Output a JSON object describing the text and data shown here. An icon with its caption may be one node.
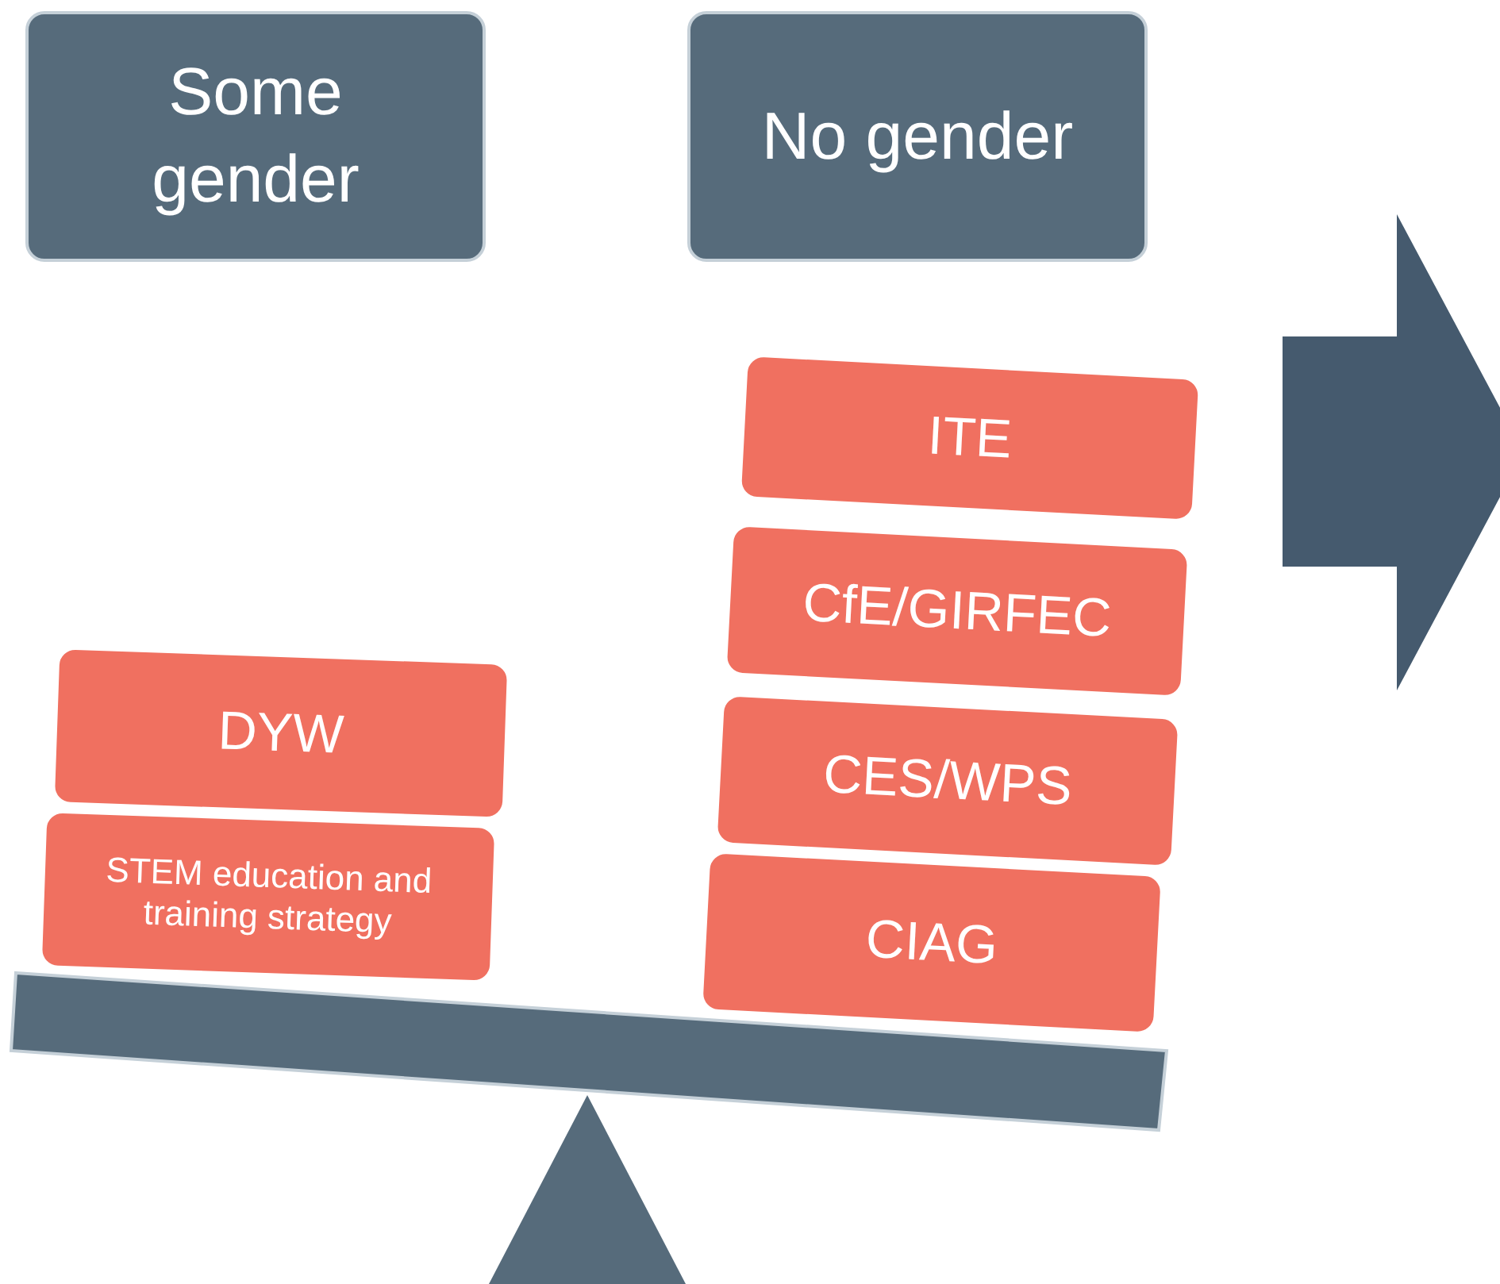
{
  "diagram": {
    "nodes": [
      {
        "text": [
          "Some gender"
        ]
      },
      {
        "text": [
          "No gender"
        ]
      },
      {
        "text": [
          "DYW"
        ]
      },
      {
        "text": [
          "STEM education and training strategy"
        ]
      },
      {
        "text": [
          "ITE"
        ]
      },
      {
        "text": [
          "CfE/GIRFEC"
        ]
      },
      {
        "text": [
          "CES/WPS"
        ]
      },
      {
        "text": [
          "CIAG"
        ]
      }
    ]
  }
}
